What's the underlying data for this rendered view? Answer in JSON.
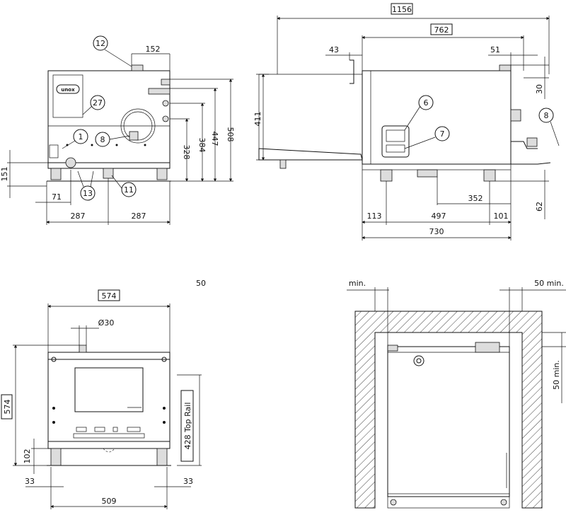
{
  "front_view": {
    "callouts": [
      "12",
      "27",
      "1",
      "8",
      "13",
      "11"
    ],
    "dims": {
      "top": "152",
      "h1": "508",
      "h2": "447",
      "h3": "384",
      "h4": "328",
      "left_h": "151",
      "left_w": "71",
      "half_l": "287",
      "half_r": "287"
    },
    "logo_text": "unox"
  },
  "side_view": {
    "callouts": [
      "6",
      "7",
      "8"
    ],
    "dims": {
      "total": "1156",
      "body": "762",
      "d43": "43",
      "d51": "51",
      "d30": "30",
      "h411": "411",
      "d352": "352",
      "d62": "62",
      "d113": "113",
      "d497": "497",
      "d101": "101",
      "d730": "730"
    }
  },
  "rear_view": {
    "dims": {
      "width_box": "574",
      "dia": "Ø30",
      "height_box": "574",
      "h102": "102",
      "d33l": "33",
      "d33r": "33",
      "d509": "509",
      "extra": "50"
    },
    "rail_label": "428 Top Rail"
  },
  "top_view": {
    "dims": {
      "min_left": "min.",
      "min_right": "50 min.",
      "min_side": "50 min."
    }
  }
}
